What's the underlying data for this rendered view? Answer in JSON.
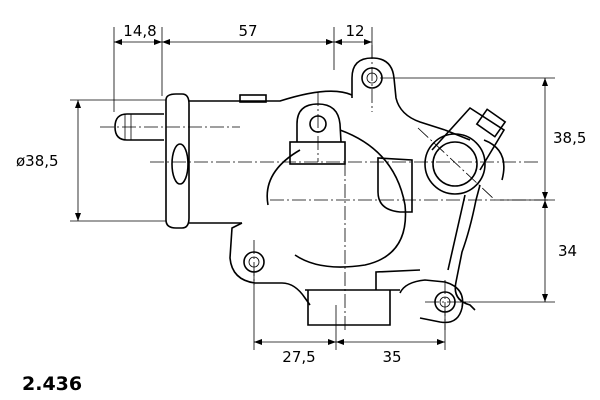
{
  "drawing": {
    "dimensions": {
      "nipple_width": "14,8",
      "housing_length": "57",
      "boss_offset": "12",
      "inlet_diameter": "ø38,5",
      "upper_height": "38,5",
      "lower_height": "34",
      "bolt_left_spacing": "27,5",
      "bolt_right_spacing": "35"
    },
    "part_number": "2.436"
  }
}
